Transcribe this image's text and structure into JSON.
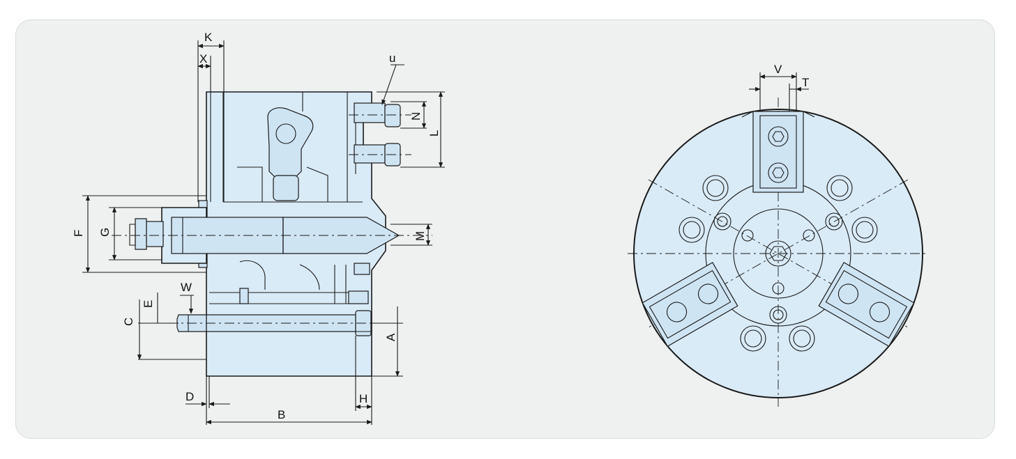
{
  "side_view": {
    "labels": {
      "K": "K",
      "X": "X",
      "u": "u",
      "N": "N",
      "L": "L",
      "F": "F",
      "G": "G",
      "M": "M",
      "W": "W",
      "E": "E",
      "C": "C",
      "A": "A",
      "D": "D",
      "H": "H",
      "B": "B"
    }
  },
  "front_view": {
    "labels": {
      "V": "V",
      "T": "T"
    }
  },
  "colors": {
    "panel": "#eff0f0",
    "body_fill": "#d9ebf7",
    "line": "#1a1a1a"
  }
}
